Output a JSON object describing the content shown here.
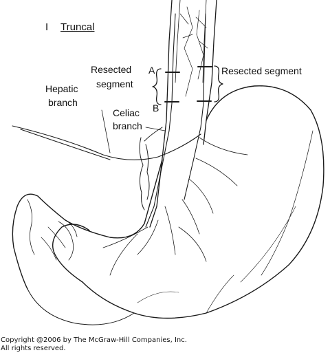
{
  "heading": {
    "number": "I",
    "title": "Truncal"
  },
  "labels": {
    "resected_left_line1": "Resected",
    "resected_left_line2": "segment",
    "marker_a": "A",
    "marker_b": "B",
    "resected_right": "Resected segment",
    "hepatic_line1": "Hepatic",
    "hepatic_line2": "branch",
    "celiac_line1": "Celiac",
    "celiac_line2": "branch"
  },
  "copyright": {
    "line1": "Copyright @2006 by The McGraw-Hill Companies, Inc.",
    "line2": "All rights reserved."
  },
  "colors": {
    "ink": "#1a1a1a",
    "background": "#ffffff"
  }
}
